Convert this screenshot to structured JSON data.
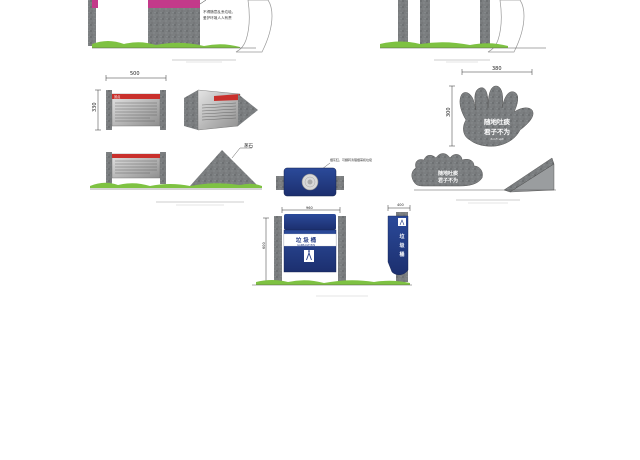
{
  "colors": {
    "stone": "#7c7f80",
    "stone_dark": "#595c5e",
    "grass": "#7ec242",
    "navy": "#243c86",
    "red": "#c9302c",
    "magenta": "#c33a8a",
    "dim": "#555555"
  },
  "top_left": {
    "sign_text_1": "不得随意乱丢垃圾，",
    "sign_text_2": "爱护环境人人有责"
  },
  "dims": {
    "w500": "500",
    "h330": "330",
    "w380": "380",
    "h300": "300",
    "w960": "960",
    "h400": "400",
    "w600": "600"
  },
  "callouts": {
    "stone_label": "茅石",
    "bin_top_note": "烟灰缸，可翻转清理烟蒂和垃圾"
  },
  "hand_sign": {
    "line1": "随地吐痰",
    "line2": "君子不为",
    "small": "don't spit"
  },
  "bin": {
    "title": "垃 圾 桶",
    "subtitle": "GARBAGE BIN",
    "side_label_1": "垃",
    "side_label_2": "圾",
    "side_label_3": "桶"
  },
  "info_panel": {
    "header": "景点"
  }
}
